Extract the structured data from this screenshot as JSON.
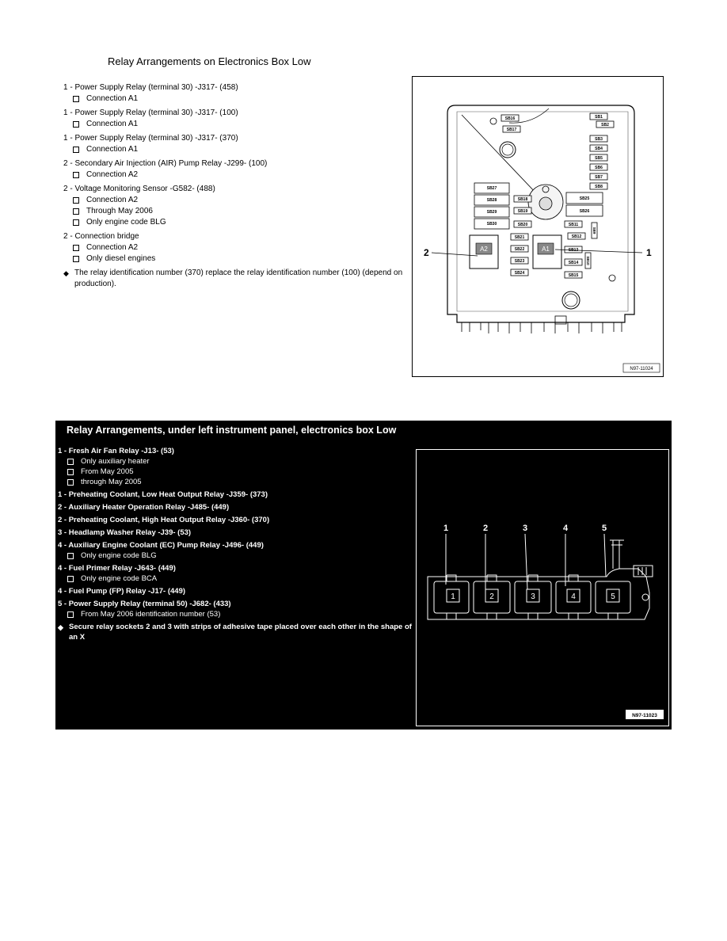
{
  "section1": {
    "title": "Relay Arrangements on Electronics Box Low",
    "items": [
      {
        "label": "1 - Power Supply Relay (terminal 30) -J317- (458)",
        "subs": [
          "Connection A1"
        ]
      },
      {
        "label": "1 - Power Supply Relay (terminal 30) -J317- (100)",
        "subs": [
          "Connection A1"
        ]
      },
      {
        "label": "1 - Power Supply Relay (terminal 30) -J317- (370)",
        "subs": [
          "Connection A1"
        ]
      },
      {
        "label": "2 - Secondary Air Injection (AIR) Pump Relay -J299- (100)",
        "subs": [
          "Connection A2"
        ]
      },
      {
        "label": "2 - Voltage Monitoring Sensor -G582- (488)",
        "subs": [
          "Connection A2",
          "Through May 2006",
          "Only engine code BLG"
        ]
      },
      {
        "label": "2 - Connection bridge",
        "subs": [
          "Connection A2",
          "Only diesel engines"
        ]
      }
    ],
    "note": "The relay identification number (370) replace the relay identification number (100) (depend on production).",
    "diagram": {
      "code": "N97-11024",
      "callout_left": "2",
      "callout_right": "1",
      "relay_a1": "A1",
      "relay_a2": "A2",
      "fuses_left": [
        "SB27",
        "SB28",
        "SB29",
        "SB30"
      ],
      "fuses_mid_top": [
        "SB16",
        "SB17"
      ],
      "fuses_mid": [
        "SB18",
        "SB19",
        "SB20"
      ],
      "fuses_mid_low": [
        "SB21",
        "SB22",
        "SB23",
        "SB24"
      ],
      "fuses_right_top": [
        "SB1",
        "SB2",
        "SB3",
        "SB4",
        "SB5",
        "SB6",
        "SB7",
        "SB8"
      ],
      "fuses_right_big": [
        "SB25",
        "SB26"
      ],
      "fuses_right_low": [
        "SB11",
        "SB12",
        "SB13",
        "SB14",
        "SB15"
      ],
      "fuses_vertical": [
        "SB9",
        "SB10"
      ]
    }
  },
  "section2": {
    "title": "Relay Arrangements, under left instrument panel, electronics box Low",
    "items": [
      {
        "label": "1 - Fresh Air Fan Relay -J13- (53)",
        "subs": [
          "Only auxiliary heater",
          "From May 2005",
          "through May 2005"
        ]
      },
      {
        "label": "1 - Preheating Coolant, Low Heat Output Relay -J359- (373)",
        "subs": []
      },
      {
        "label": "2 - Auxiliary Heater Operation Relay -J485- (449)",
        "subs": []
      },
      {
        "label": "2 - Preheating Coolant, High Heat Output Relay -J360- (370)",
        "subs": []
      },
      {
        "label": "3 - Headlamp Washer Relay -J39- (53)",
        "subs": []
      },
      {
        "label": "4 - Auxiliary Engine Coolant (EC) Pump Relay -J496- (449)",
        "subs": [
          "Only engine code BLG"
        ]
      },
      {
        "label": "4 - Fuel Primer Relay -J643- (449)",
        "subs": [
          "Only engine code BCA"
        ]
      },
      {
        "label": "4 - Fuel Pump (FP) Relay -J17- (449)",
        "subs": []
      },
      {
        "label": "5 - Power Supply Relay (terminal 50) -J682- (433)",
        "subs": [
          "From May 2006 identification number (53)"
        ]
      }
    ],
    "note": "Secure relay sockets 2 and 3 with strips of adhesive tape placed over each other in the shape of an X",
    "diagram": {
      "code": "N97-11023",
      "callouts": [
        "1",
        "2",
        "3",
        "4",
        "5"
      ],
      "sockets": [
        "1",
        "2",
        "3",
        "4",
        "5"
      ]
    }
  }
}
